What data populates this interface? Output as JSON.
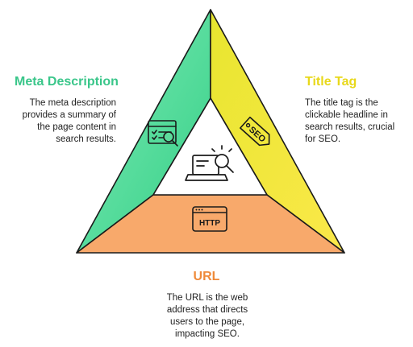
{
  "colors": {
    "meta": "#5ddb9b",
    "title": "#f6ea3b",
    "url": "#f8a96b",
    "meta_heading": "#3ac68a",
    "title_heading": "#e8d81a",
    "url_heading": "#ef8a3a",
    "outline": "#1a1a1a"
  },
  "meta_description": {
    "heading": "Meta Description",
    "description": "The meta description provides a summary of the page content in search results.",
    "icon": "form-search-icon"
  },
  "title_tag": {
    "heading": "Title Tag",
    "description": "The title tag is the clickable headline in search results, crucial for SEO.",
    "icon": "seo-tag-icon",
    "icon_text": "SEO"
  },
  "url": {
    "heading": "URL",
    "description": "The URL is the web address that directs users to the page, impacting SEO.",
    "icon": "http-window-icon",
    "icon_text": "HTTP"
  },
  "center": {
    "icon": "laptop-search-icon"
  }
}
